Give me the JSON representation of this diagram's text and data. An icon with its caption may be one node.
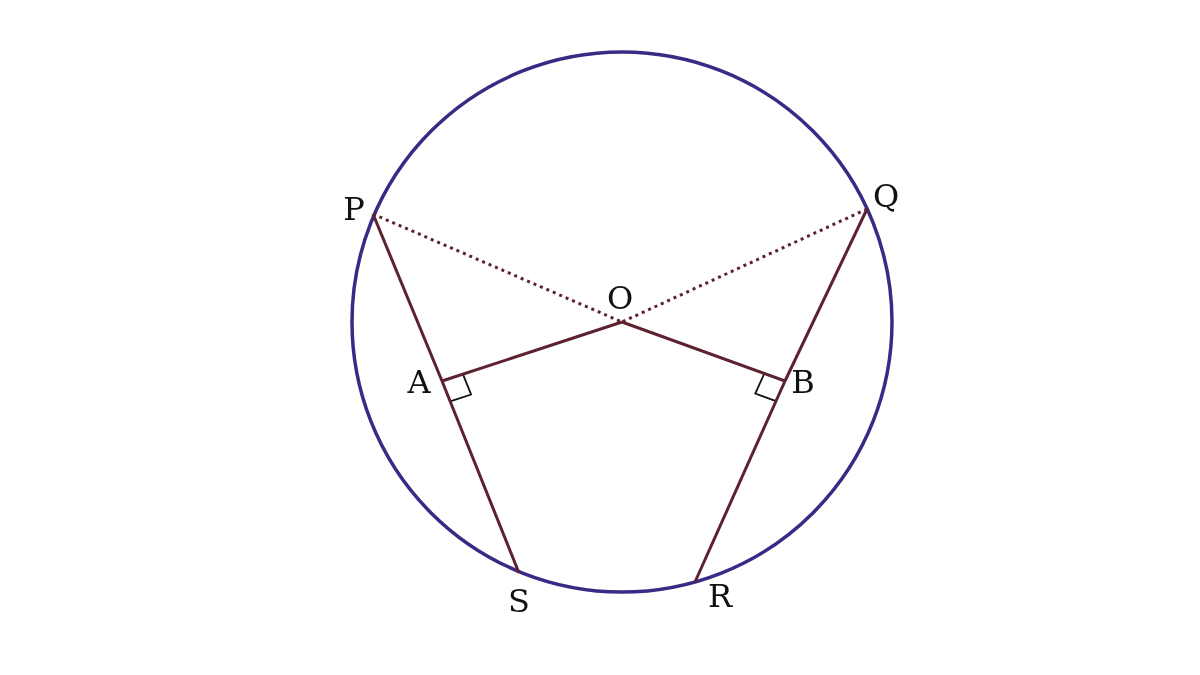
{
  "diagram": {
    "nodes": [
      {
        "text": [
          "P"
        ]
      },
      {
        "text": [
          "Q"
        ]
      },
      {
        "text": [
          "O"
        ]
      },
      {
        "text": [
          "A"
        ]
      },
      {
        "text": [
          "B"
        ]
      },
      {
        "text": [
          "S"
        ]
      },
      {
        "text": [
          "R"
        ]
      }
    ],
    "edges": [
      {
        "from": 0,
        "to": 3,
        "arrow": "none"
      },
      {
        "from": 3,
        "to": 5,
        "arrow": "none"
      },
      {
        "from": 1,
        "to": 4,
        "arrow": "none"
      },
      {
        "from": 4,
        "to": 6,
        "arrow": "none"
      },
      {
        "from": 2,
        "to": 3,
        "arrow": "none"
      },
      {
        "from": 2,
        "to": 4,
        "arrow": "none"
      },
      {
        "from": 0,
        "to": 2,
        "arrow": "none",
        "style": "dashed"
      },
      {
        "from": 1,
        "to": 2,
        "arrow": "none",
        "style": "dashed"
      }
    ]
  }
}
